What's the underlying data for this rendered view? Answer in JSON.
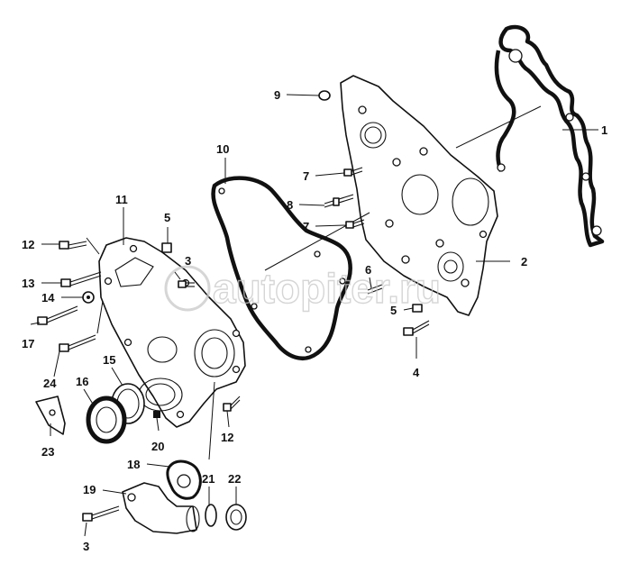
{
  "callouts": [
    {
      "id": "c1",
      "text": "1"
    },
    {
      "id": "c2",
      "text": "2"
    },
    {
      "id": "c3a",
      "text": "3"
    },
    {
      "id": "c3b",
      "text": "3"
    },
    {
      "id": "c4",
      "text": "4"
    },
    {
      "id": "c5a",
      "text": "5"
    },
    {
      "id": "c5b",
      "text": "5"
    },
    {
      "id": "c6",
      "text": "6"
    },
    {
      "id": "c7a",
      "text": "7"
    },
    {
      "id": "c7b",
      "text": "7"
    },
    {
      "id": "c8",
      "text": "8"
    },
    {
      "id": "c9",
      "text": "9"
    },
    {
      "id": "c10",
      "text": "10"
    },
    {
      "id": "c11",
      "text": "11"
    },
    {
      "id": "c12a",
      "text": "12"
    },
    {
      "id": "c12b",
      "text": "12"
    },
    {
      "id": "c13",
      "text": "13"
    },
    {
      "id": "c14",
      "text": "14"
    },
    {
      "id": "c15",
      "text": "15"
    },
    {
      "id": "c16",
      "text": "16"
    },
    {
      "id": "c17",
      "text": "17"
    },
    {
      "id": "c18",
      "text": "18"
    },
    {
      "id": "c19",
      "text": "19"
    },
    {
      "id": "c20",
      "text": "20"
    },
    {
      "id": "c21",
      "text": "21"
    },
    {
      "id": "c22",
      "text": "22"
    },
    {
      "id": "c23",
      "text": "23"
    },
    {
      "id": "c24",
      "text": "24"
    }
  ],
  "watermark": {
    "text": "autopiter.ru"
  },
  "colors": {
    "line": "#111111",
    "background": "#ffffff",
    "watermark": "#c8c8c8"
  }
}
